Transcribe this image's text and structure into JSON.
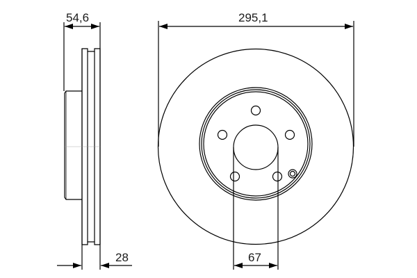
{
  "diagram": {
    "title": "Brake disc technical drawing",
    "views": [
      "side-view",
      "front-view"
    ],
    "line_color": "#000000",
    "background": "#ffffff"
  },
  "dimensions": {
    "overall_height": {
      "value": "54,6",
      "label": "54,6"
    },
    "disc_thickness": {
      "value": "28",
      "label": "28"
    },
    "outer_diameter": {
      "value": "295,1",
      "label": "295,1"
    },
    "bore_diameter": {
      "value": "67",
      "label": "67"
    }
  },
  "features": {
    "bolt_holes": 5,
    "ventilated": true,
    "has_locator_hole": true
  }
}
